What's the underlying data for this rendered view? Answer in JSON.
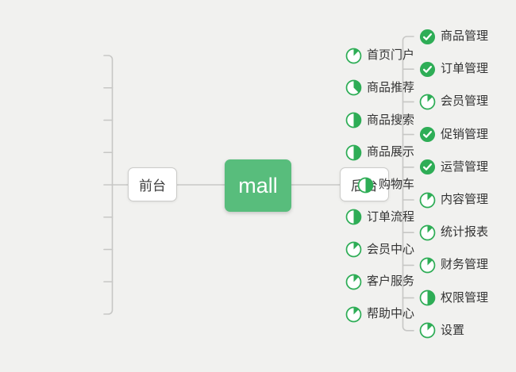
{
  "canvas": {
    "background": "#f1f1ef"
  },
  "colors": {
    "accent_green": "#2ead56",
    "root_green": "#58bd7c",
    "connector": "#c7c7c5",
    "node_border": "#cbcbc9",
    "node_bg": "#ffffff",
    "text": "#333333",
    "root_text": "#ffffff"
  },
  "root": {
    "label": "mall"
  },
  "branches": [
    {
      "label": "前台",
      "side": "left",
      "items": [
        {
          "label": "首页门户",
          "icon": "task-progress-pie-icon",
          "progress": 0.125
        },
        {
          "label": "商品推荐",
          "icon": "task-progress-pie-icon",
          "progress": 0.375
        },
        {
          "label": "商品搜索",
          "icon": "task-progress-pie-icon",
          "progress": 0.5
        },
        {
          "label": "商品展示",
          "icon": "task-progress-pie-icon",
          "progress": 0.5
        },
        {
          "label": "购物车",
          "icon": "task-progress-pie-icon",
          "progress": 0.5
        },
        {
          "label": "订单流程",
          "icon": "task-progress-pie-icon",
          "progress": 0.5
        },
        {
          "label": "会员中心",
          "icon": "task-progress-pie-icon",
          "progress": 0.125
        },
        {
          "label": "客户服务",
          "icon": "task-progress-pie-icon",
          "progress": 0.125
        },
        {
          "label": "帮助中心",
          "icon": "task-progress-pie-icon",
          "progress": 0.125
        }
      ]
    },
    {
      "label": "后台",
      "side": "right",
      "items": [
        {
          "label": "商品管理",
          "icon": "check-circle-icon",
          "progress": "done"
        },
        {
          "label": "订单管理",
          "icon": "check-circle-icon",
          "progress": "done"
        },
        {
          "label": "会员管理",
          "icon": "task-progress-pie-icon",
          "progress": 0.125
        },
        {
          "label": "促销管理",
          "icon": "check-circle-icon",
          "progress": "done"
        },
        {
          "label": "运营管理",
          "icon": "check-circle-icon",
          "progress": "done"
        },
        {
          "label": "内容管理",
          "icon": "task-progress-pie-icon",
          "progress": 0.125
        },
        {
          "label": "统计报表",
          "icon": "task-progress-pie-icon",
          "progress": 0.125
        },
        {
          "label": "财务管理",
          "icon": "task-progress-pie-icon",
          "progress": 0.125
        },
        {
          "label": "权限管理",
          "icon": "task-progress-pie-icon",
          "progress": 0.5
        },
        {
          "label": "设置",
          "icon": "task-progress-pie-icon",
          "progress": 0.125
        }
      ]
    }
  ]
}
